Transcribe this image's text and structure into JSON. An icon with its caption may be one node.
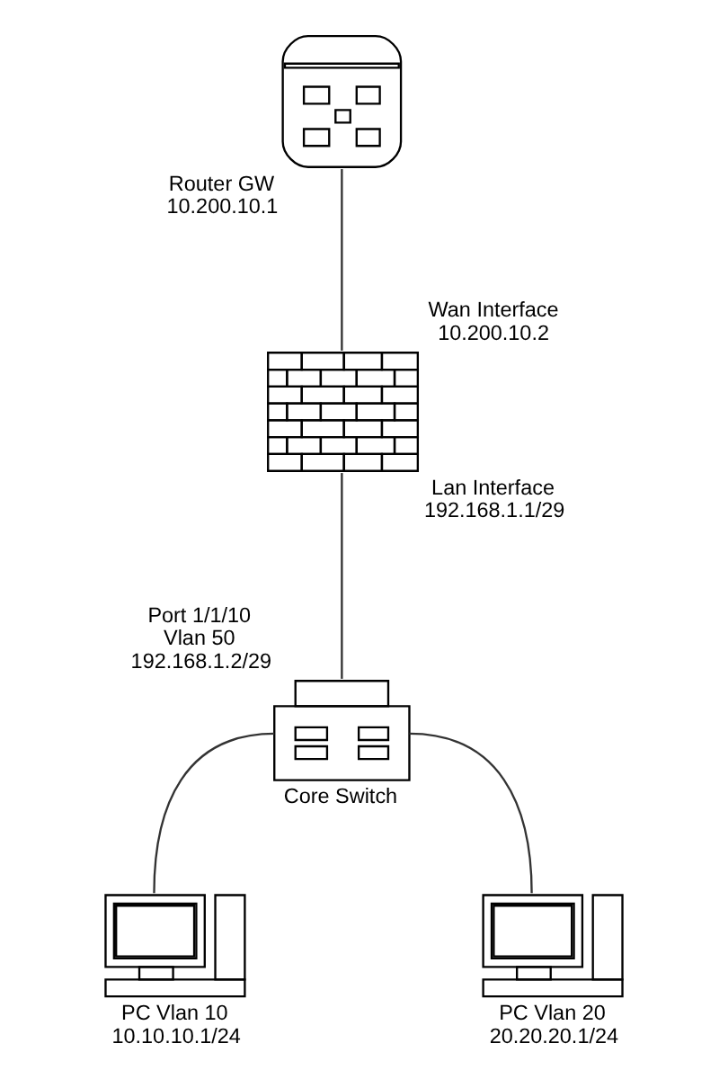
{
  "diagram": {
    "nodes": [
      {
        "text": [],
        "shape": "picture",
        "beside": [
          "Router GW 10.200.10.1"
        ]
      },
      {
        "text": [],
        "shape": "picture",
        "beside": [
          "Wan Interface 10.200.10.2",
          "Lan Interface 192.168.1.1/29"
        ]
      },
      {
        "text": [],
        "shape": "picture",
        "beside": [
          "Port 1/1/10 Vlan 50 192.168.1.2/29",
          "Core Switch"
        ]
      },
      {
        "text": [],
        "shape": "picture",
        "beside": [
          "PC Vlan 10 10.10.10.1/24"
        ]
      },
      {
        "text": [],
        "shape": "picture",
        "beside": [
          "PC Vlan 20 20.20.20.1/24"
        ]
      }
    ],
    "edges": [
      {
        "from": 0,
        "to": 1,
        "arrow": "none"
      },
      {
        "from": 1,
        "to": 2,
        "arrow": "none"
      },
      {
        "from": 2,
        "to": 3,
        "arrow": "none"
      },
      {
        "from": 2,
        "to": 4,
        "arrow": "none"
      }
    ]
  }
}
